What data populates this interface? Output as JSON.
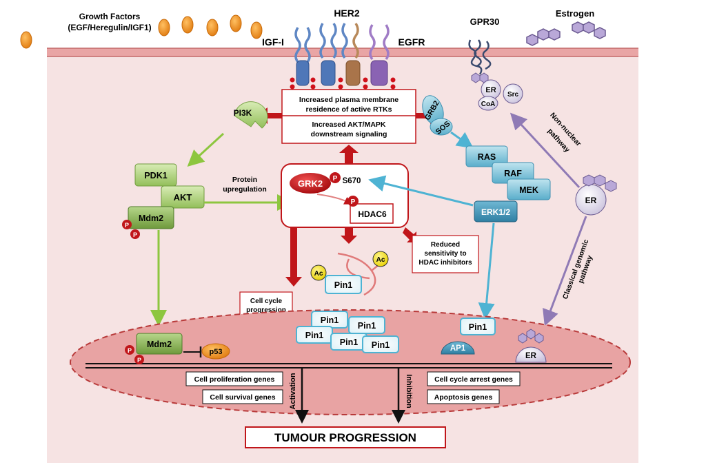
{
  "membrane": {
    "growth_factors_line1": "Growth Factors",
    "growth_factors_line2": "(EGF/Heregulin/IGF1)",
    "her2": "HER2",
    "igf1": "IGF-I",
    "egfr": "EGFR",
    "gpr30": "GPR30",
    "estrogen": "Estrogen"
  },
  "center_box": {
    "line1": "Increased plasma membrane",
    "line2": "residence of active RTKs",
    "line3": "Increased AKT/MAPK",
    "line4": "downstream signaling"
  },
  "grk2_box": {
    "grk2": "GRK2",
    "p": "P",
    "s670": "S670",
    "hdac6": "HDAC6"
  },
  "left_pathway": {
    "pi3k": "PI3K",
    "pdk1": "PDK1",
    "akt": "AKT",
    "mdm2": "Mdm2",
    "protein_upregulation_line1": "Protein",
    "protein_upregulation_line2": "upregulation"
  },
  "right_pathway": {
    "grb2": "GRB2",
    "sos": "SOS",
    "ras": "RAS",
    "raf": "RAF",
    "mek": "MEK",
    "erk": "ERK1/2"
  },
  "er_complex": {
    "er": "ER",
    "src": "Src",
    "coa": "CoA",
    "non_nuclear_line1": "Non-nuclear",
    "non_nuclear_line2": "pathway",
    "classical_line1": "Classical genomic",
    "classical_line2": "pathway"
  },
  "reduced_box": {
    "line1": "Reduced",
    "line2": "sensitivity to",
    "line3": "HDAC inhibitors"
  },
  "cell_cycle_box": {
    "line1": "Cell cycle",
    "line2": "progression"
  },
  "pin1": {
    "ac": "Ac",
    "label": "Pin1"
  },
  "nucleus": {
    "mdm2": "Mdm2",
    "p53": "p53",
    "ap1": "AP1",
    "er": "ER",
    "activation": "Activation",
    "inhibition": "Inhibition",
    "cell_prolif": "Cell proliferation genes",
    "cell_survival": "Cell survival genes",
    "cell_cycle_arrest": "Cell cycle arrest genes",
    "apoptosis": "Apoptosis genes"
  },
  "outcome": "TUMOUR PROGRESSION",
  "colors": {
    "cytoplasm": "#f6e3e3",
    "membrane": "#e9a5a5",
    "dark_red": "#c0161a",
    "green_arrow": "#8dc63f",
    "blue_arrow": "#4eb3d3",
    "purple_arrow": "#8f7ab5",
    "nucleus": "#e8a3a3"
  }
}
